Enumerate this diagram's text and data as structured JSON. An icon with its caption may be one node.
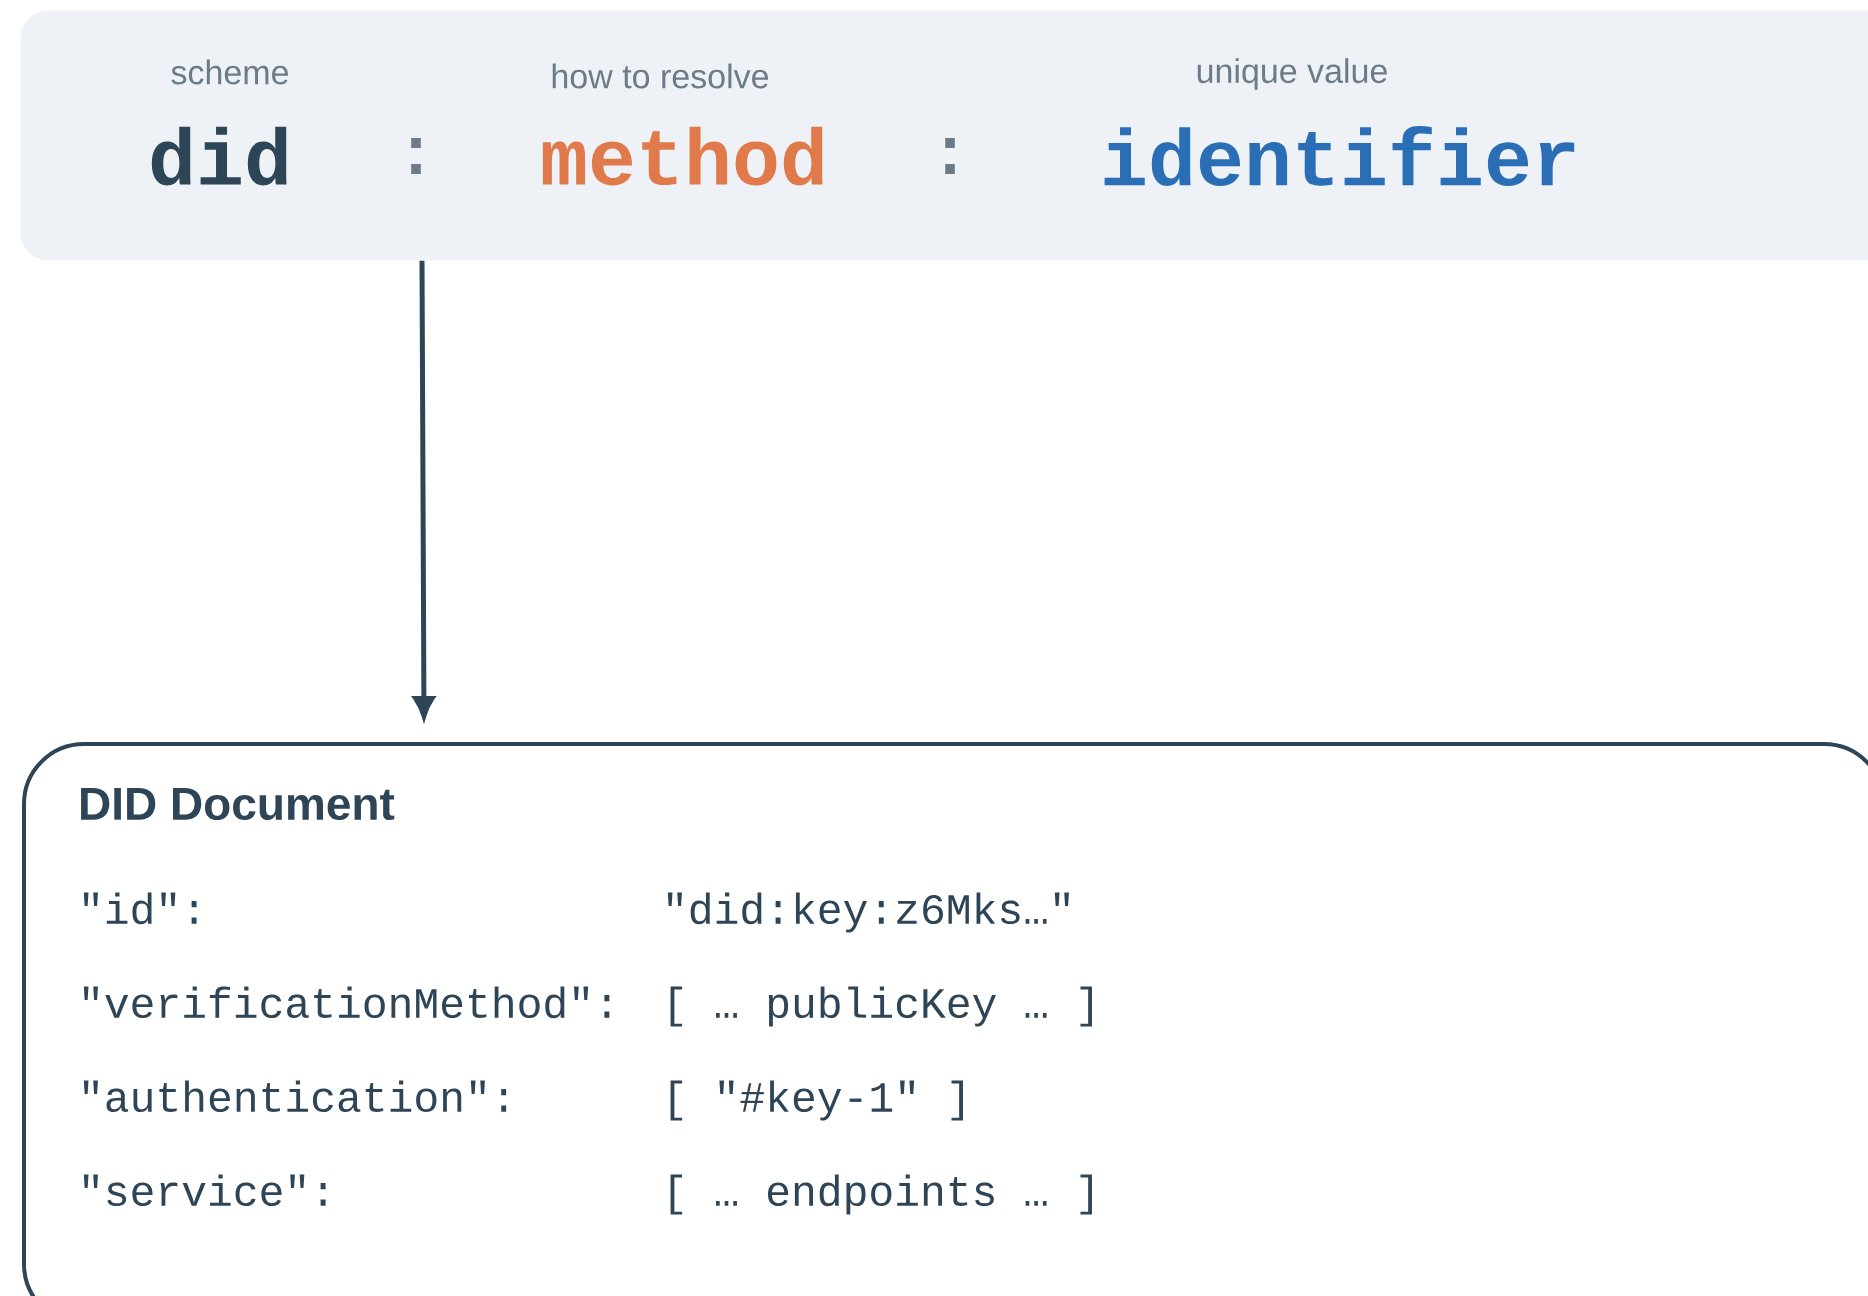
{
  "diagram": {
    "nodes": [
      {
        "text": [
          "scheme",
          "did",
          ":",
          "how to resolve",
          "method",
          ":",
          "unique value",
          "identifier"
        ]
      },
      {
        "text": [
          "DID Document",
          "\"id\":",
          "\"did:key:z6Mks…\"",
          "\"verificationMethod\":",
          "[ … publicKey … ]",
          "\"authentication\":",
          "[ \"#key-1\" ]",
          "\"service\":",
          "[ … endpoints … ]"
        ]
      }
    ],
    "edges": [
      {
        "from": 0,
        "to": 1,
        "arrow": "to"
      }
    ]
  }
}
